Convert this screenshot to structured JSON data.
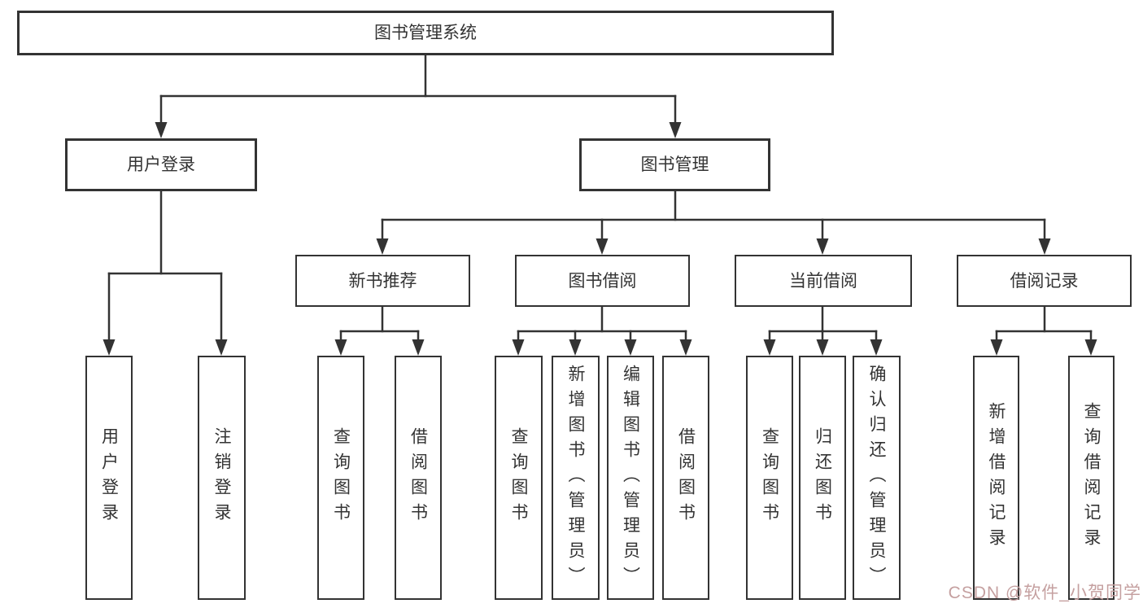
{
  "diagram": {
    "root": {
      "label": "图书管理系统",
      "children": [
        {
          "label": "用户登录",
          "children": [
            {
              "label": "用户登录"
            },
            {
              "label": "注销登录"
            }
          ]
        },
        {
          "label": "图书管理",
          "children": [
            {
              "label": "新书推荐",
              "children": [
                {
                  "label": "查询图书"
                },
                {
                  "label": "借阅图书"
                }
              ]
            },
            {
              "label": "图书借阅",
              "children": [
                {
                  "label": "查询图书"
                },
                {
                  "label": "新增图书（管理员）"
                },
                {
                  "label": "编辑图书（管理员）"
                },
                {
                  "label": "借阅图书"
                }
              ]
            },
            {
              "label": "当前借阅",
              "children": [
                {
                  "label": "查询图书"
                },
                {
                  "label": "归还图书"
                },
                {
                  "label": "确认归还（管理员）"
                }
              ]
            },
            {
              "label": "借阅记录",
              "children": [
                {
                  "label": "新增借阅记录"
                },
                {
                  "label": "查询借阅记录"
                }
              ]
            }
          ]
        }
      ]
    },
    "watermark": "CSDN @软件_小贺同学",
    "colors": {
      "line": "#333333",
      "box_border": "#333333",
      "text": "#333333",
      "background": "#ffffff",
      "watermark": "#c5a0a0"
    }
  }
}
